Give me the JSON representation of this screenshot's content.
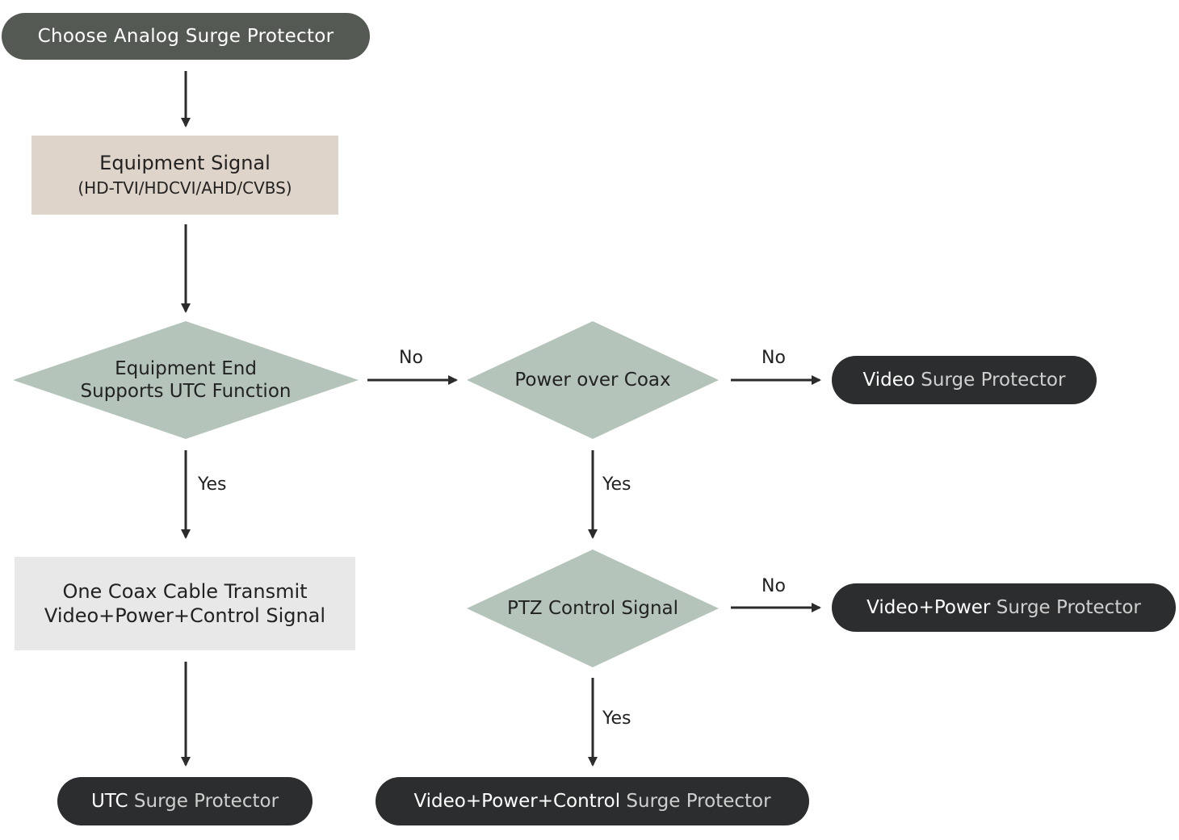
{
  "colors": {
    "start_pill": "#545a53",
    "signal_box": "#ded4ca",
    "decision_diamond": "#b4c4ba",
    "info_box": "#e8e8e8",
    "result_pill": "#2c2d2f",
    "arrow": "#2b2b2b"
  },
  "start": {
    "label": "Choose Analog Surge Protector"
  },
  "signal": {
    "line1": "Equipment Signal",
    "line2": "(HD-TVI/HDCVI/AHD/CVBS)"
  },
  "decisions": {
    "utc": {
      "line1": "Equipment End",
      "line2": "Supports UTC Function"
    },
    "poc": {
      "label": "Power over Coax"
    },
    "ptz": {
      "label": "PTZ Control Signal"
    }
  },
  "info": {
    "line1": "One Coax Cable Transmit",
    "line2": "Video+Power+Control Signal"
  },
  "results": {
    "video": {
      "strong": "Video",
      "light": " Surge Protector"
    },
    "video_power": {
      "strong": "Video+Power",
      "light": " Surge Protector"
    },
    "utc": {
      "strong": "UTC",
      "light": " Surge Protector"
    },
    "vpc": {
      "strong": "Video+Power+Control",
      "light": " Surge Protector"
    }
  },
  "edge_labels": {
    "utc_no": "No",
    "poc_no": "No",
    "ptz_no": "No",
    "utc_yes": "Yes",
    "poc_yes": "Yes",
    "ptz_yes": "Yes"
  }
}
